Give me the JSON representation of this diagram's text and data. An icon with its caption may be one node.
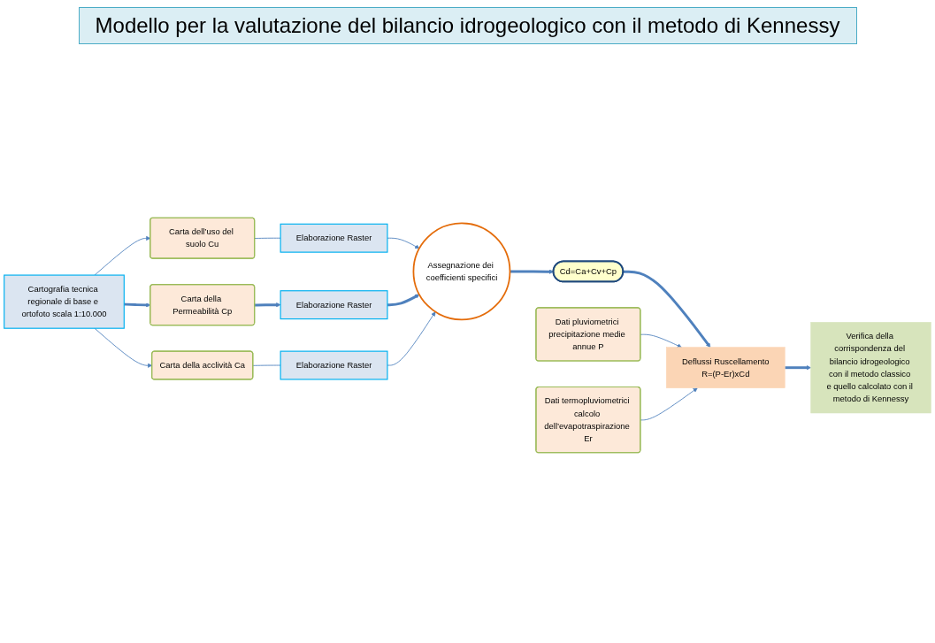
{
  "diagram": {
    "title": "Modello per la valutazione del bilancio idrogeologico con il metodo di Kennessy",
    "nodes": [
      {
        "text": [
          "Cartografia tecnica regionale di base e ortofoto scala 1:10.000"
        ]
      },
      {
        "text": [
          "Carta dell’uso del suolo Cu"
        ]
      },
      {
        "text": [
          "Carta della Permeabilità Cp"
        ]
      },
      {
        "text": [
          "Carta della acclività Ca"
        ]
      },
      {
        "text": [
          "Elaborazione Raster"
        ]
      },
      {
        "text": [
          "Elaborazione Raster"
        ]
      },
      {
        "text": [
          "Elaborazione Raster"
        ]
      },
      {
        "text": [
          "Assegnazione dei coefficienti specifici"
        ]
      },
      {
        "text": [
          "Cd=Ca+Cv+Cp"
        ]
      },
      {
        "text": [
          "Dati pluviometrici precipitazione medie annue P"
        ]
      },
      {
        "text": [
          "Deflussi Ruscellamento",
          "R=(P-Er)xCd"
        ]
      },
      {
        "text": [
          "Dati termopluviometrici calcolo dell’evapotraspirazione Er"
        ]
      },
      {
        "text": [
          "Verifica della corrispondenza del bilancio idrogeologico con il metodo classico e quello calcolato con il metodo di Kennessy"
        ]
      }
    ],
    "edges": [
      {
        "from": 0,
        "to": 1,
        "arrow": "to"
      },
      {
        "from": 0,
        "to": 2,
        "arrow": "to",
        "style": "thick"
      },
      {
        "from": 0,
        "to": 3,
        "arrow": "to"
      },
      {
        "from": 1,
        "to": 4,
        "arrow": "none"
      },
      {
        "from": 4,
        "to": 7,
        "arrow": "to"
      },
      {
        "from": 2,
        "to": 5,
        "arrow": "to",
        "style": "thick"
      },
      {
        "from": 5,
        "to": 7,
        "arrow": "to",
        "style": "thick"
      },
      {
        "from": 3,
        "to": 6,
        "arrow": "none"
      },
      {
        "from": 6,
        "to": 7,
        "arrow": "to"
      },
      {
        "from": 7,
        "to": 8,
        "arrow": "to",
        "style": "thick"
      },
      {
        "from": 8,
        "to": 10,
        "arrow": "to",
        "style": "thick"
      },
      {
        "from": 9,
        "to": 10,
        "arrow": "to"
      },
      {
        "from": 11,
        "to": 10,
        "arrow": "to"
      },
      {
        "from": 10,
        "to": 12,
        "arrow": "to",
        "style": "thick"
      }
    ]
  }
}
